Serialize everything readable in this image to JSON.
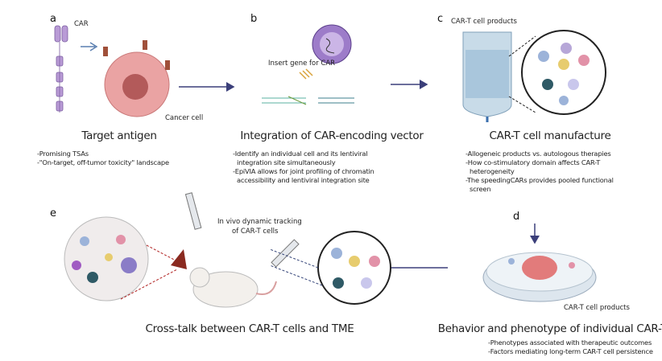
{
  "panels": {
    "a": {
      "letter": "a",
      "car_label": "CAR",
      "cancer_label": "Cancer cell",
      "title": "Target antigen",
      "bullets": [
        "-Promising TSAs",
        "-\"On-target, off-tumor toxicity\" landscape"
      ]
    },
    "b": {
      "letter": "b",
      "insert_label": "Insert gene for CAR",
      "title": "Integration of CAR-encoding vector",
      "bullets": [
        "-Identify an individual cell and its lentiviral",
        "integration site simultaneously",
        "-EpiVIA allows for joint profiling of chromatin",
        "accessibility and lentiviral integration site"
      ]
    },
    "c": {
      "letter": "c",
      "products_label": "CAR-T cell products",
      "title": "CAR-T cell manufacture",
      "bullets": [
        "-Allogeneic products vs. autologous therapies",
        "-How co-stimulatory domain affects CAR-T",
        "heterogeneity",
        "-The speedingCARs provides pooled functional",
        "screen"
      ]
    },
    "d": {
      "letter": "d",
      "products_label": "CAR-T cell products",
      "title": "Behavior and phenotype of individual CAR-T",
      "bullets": [
        "-Phenotypes associated with therapeutic outcomes",
        "-Factors mediating long-term CAR-T cell persistence"
      ]
    },
    "e": {
      "letter": "e",
      "tracking_label_1": "In vivo dynamic tracking",
      "tracking_label_2": "of CAR-T cells",
      "title": "Cross-talk between CAR-T cells and TME"
    }
  },
  "colors": {
    "arrow": "#3b3f7a",
    "car_receptor": "#a98bc9",
    "cancer_cell": "#e8a4a4",
    "virus": "#8f6bc1",
    "iv_bag": "#b8cfe0",
    "petri_tumor": "#e27b7b"
  }
}
